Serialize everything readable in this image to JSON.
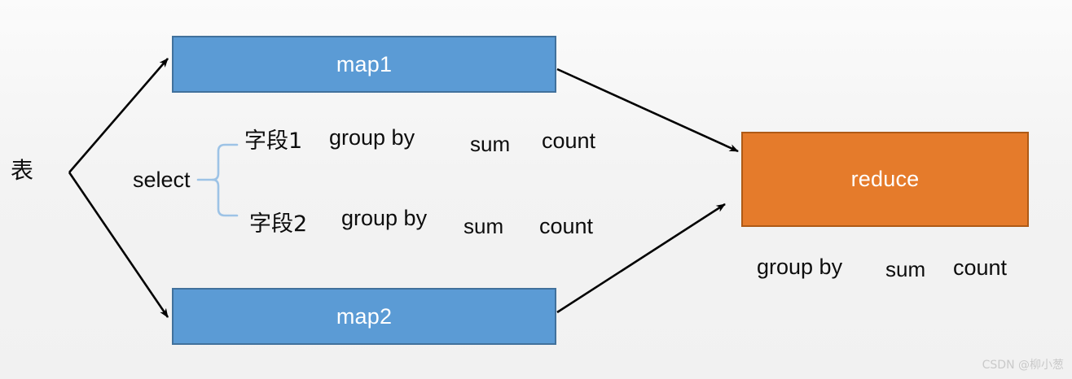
{
  "diagram": {
    "source_label": "表",
    "select_label": "select",
    "nodes": [
      {
        "id": "map1",
        "label": "map1",
        "fill": "#5b9bd5",
        "stroke": "#41719c",
        "text_color": "#ffffff"
      },
      {
        "id": "map2",
        "label": "map2",
        "fill": "#5b9bd5",
        "stroke": "#41719c",
        "text_color": "#ffffff"
      },
      {
        "id": "reduce",
        "label": "reduce",
        "fill": "#e57b2b",
        "stroke": "#ae5a16",
        "text_color": "#ffffff"
      }
    ],
    "select_rows": [
      {
        "field": "字段1",
        "group_by": "group by",
        "sum": "sum",
        "count": "count"
      },
      {
        "field": "字段2",
        "group_by": "group by",
        "sum": "sum",
        "count": "count"
      }
    ],
    "reduce_ops": {
      "group_by": "group by",
      "sum": "sum",
      "count": "count"
    },
    "brace_color": "#9dc3e6",
    "arrow_color": "#000000",
    "background_color": "#f3f3f3"
  },
  "watermark": {
    "text": "CSDN @柳小葱"
  }
}
